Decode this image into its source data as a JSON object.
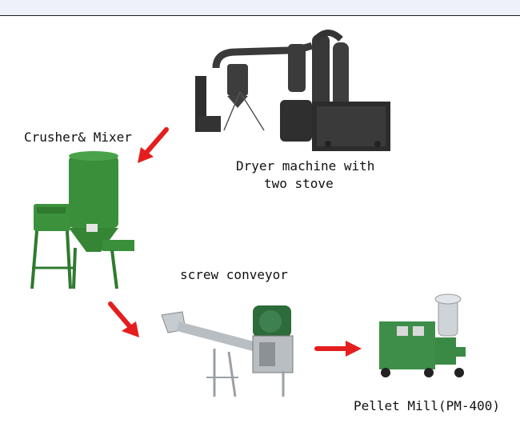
{
  "labels": {
    "crusher": "Crusher& Mixer",
    "dryer_line1": "Dryer machine with",
    "dryer_line2": "two stove",
    "screw": "screw conveyor",
    "pellet": "Pellet Mill(PM-400)"
  },
  "colors": {
    "arrow": "#e41e1e",
    "machine_green": "#3a8f3a",
    "machine_dark": "#2b2b2b",
    "steel": "#b9bec3"
  },
  "icons": {
    "flow_arrow": "red-arrow-icon"
  }
}
